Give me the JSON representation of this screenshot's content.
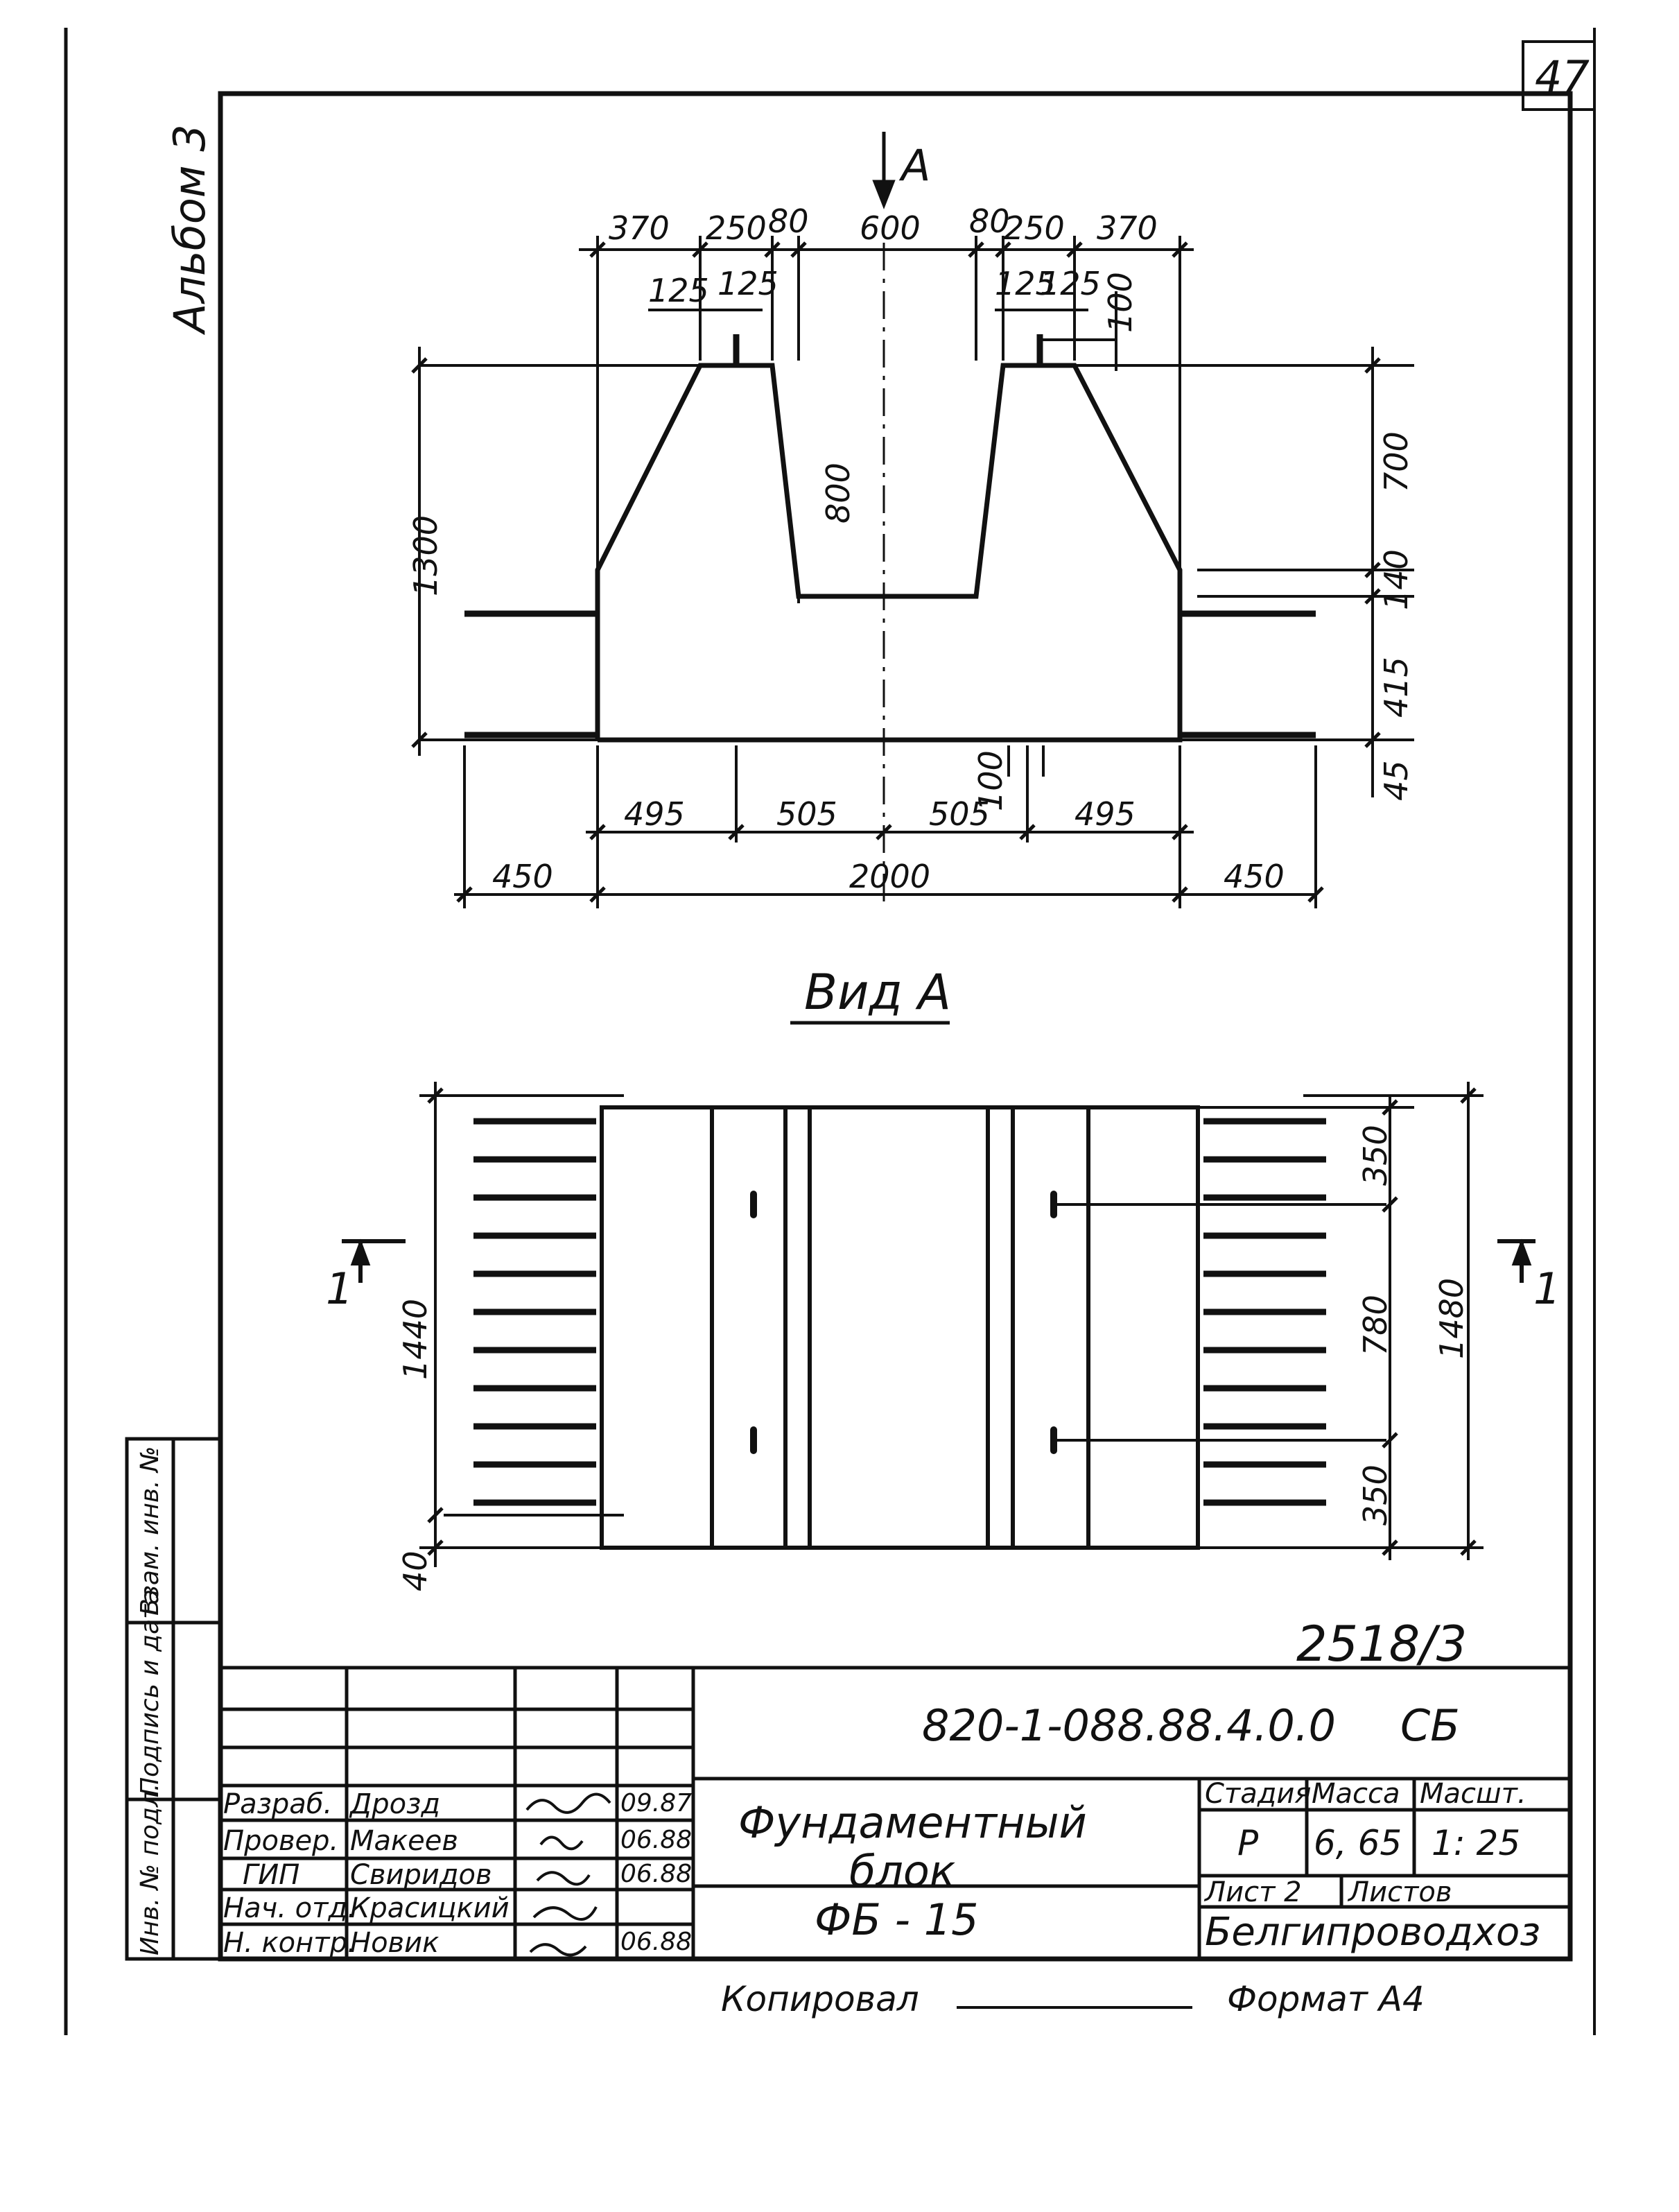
{
  "page_number": "47",
  "album_label": "Альбом 3",
  "section_arrow_label": "А",
  "section_marks": [
    "1",
    "1"
  ],
  "view_title": "Вид А",
  "top_dims": {
    "row1": [
      "370",
      "250",
      "80",
      "600",
      "80",
      "250",
      "370"
    ],
    "row2": [
      "125",
      "125",
      "125",
      "125",
      "100"
    ]
  },
  "left_dims": {
    "height": "1300",
    "inner": "800"
  },
  "right_dims": [
    "700",
    "140",
    "415",
    "45"
  ],
  "bottom_dims": {
    "row1": [
      "495",
      "505",
      "505",
      "100",
      "495"
    ],
    "row2": [
      "450",
      "2000",
      "450"
    ]
  },
  "plan_dims": {
    "left": "1440",
    "left_bottom": "40",
    "right_inner": [
      "350",
      "780",
      "350"
    ],
    "right_outer": "1480"
  },
  "archive_number": "2518/3",
  "doc_code": "820-1-088.88.4.0.0",
  "doc_suffix": "СБ",
  "title_lines": [
    "Фундаментный",
    "блок",
    "ФБ - 15"
  ],
  "stage_header": {
    "stage": "Стадия",
    "mass": "Масса",
    "scale": "Масшт."
  },
  "stage_values": {
    "stage": "Р",
    "mass": "6, 65",
    "scale": "1: 25"
  },
  "sheet_label": "Лист 2",
  "sheets_label": "Листов",
  "organization": "Белгипроводхоз",
  "signers": [
    {
      "role": "Разраб.",
      "name": "Дрозд",
      "date": "09.87"
    },
    {
      "role": "Провер.",
      "name": "Макеев",
      "date": "06.88"
    },
    {
      "role": "ГИП",
      "name": "Свиридов",
      "date": "06.88"
    },
    {
      "role": "Нач. отд.",
      "name": "Красицкий",
      "date": ""
    },
    {
      "role": "Н. контр.",
      "name": "Новик",
      "date": "06.88"
    }
  ],
  "side_stamp": [
    "Взам. инв. №",
    "Подпись и дата",
    "Инв. № подл."
  ],
  "footer_left": "Копировал",
  "footer_right": "Формат А4"
}
